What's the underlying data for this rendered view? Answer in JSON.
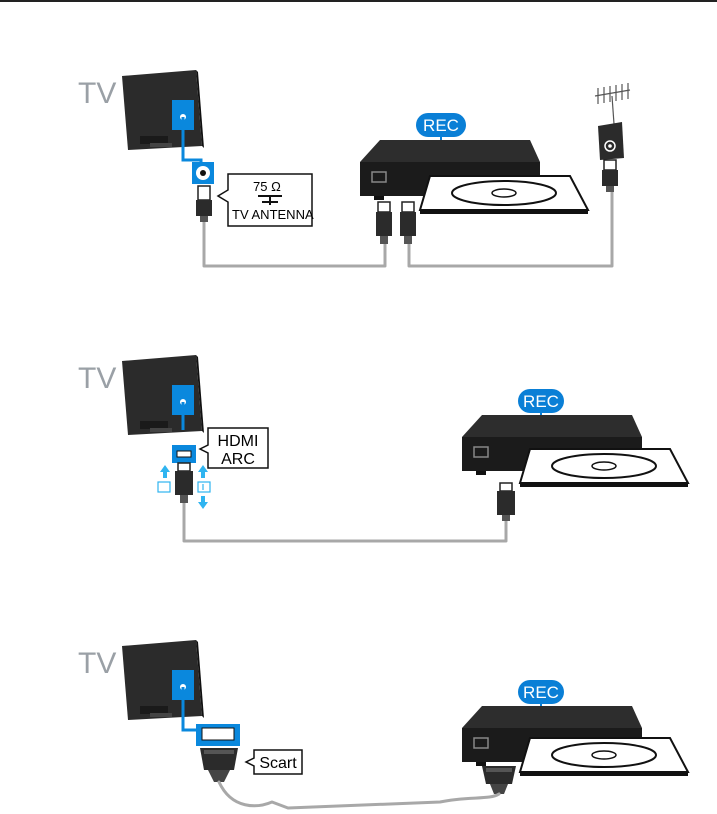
{
  "colors": {
    "tv_body": "#2b2b2b",
    "tv_dark": "#111111",
    "port_blue": "#0a88dd",
    "rec_blue": "#0a7fd6",
    "cable_gray": "#a8a8a8",
    "label_gray": "#9aa0a6",
    "arrow_cyan": "#2fb4f0"
  },
  "panel_antenna": {
    "tv_label": "TV",
    "rec_label": "REC",
    "port_label_line1": "75 Ω",
    "port_label_line2": "TV ANTENNA",
    "icons": [
      "tv-icon",
      "recorder-icon",
      "antenna-icon",
      "wall-socket-icon",
      "coax-plug-icon"
    ]
  },
  "panel_hdmi": {
    "tv_label": "TV",
    "rec_label": "REC",
    "port_label_line1": "HDMI",
    "port_label_line2": "ARC",
    "icons": [
      "tv-icon",
      "recorder-icon",
      "hdmi-plug-icon",
      "video-arrow-icon",
      "audio-arrow-icon"
    ]
  },
  "panel_scart": {
    "tv_label": "TV",
    "rec_label": "REC",
    "port_label": "Scart",
    "icons": [
      "tv-icon",
      "recorder-icon",
      "scart-plug-icon"
    ]
  }
}
